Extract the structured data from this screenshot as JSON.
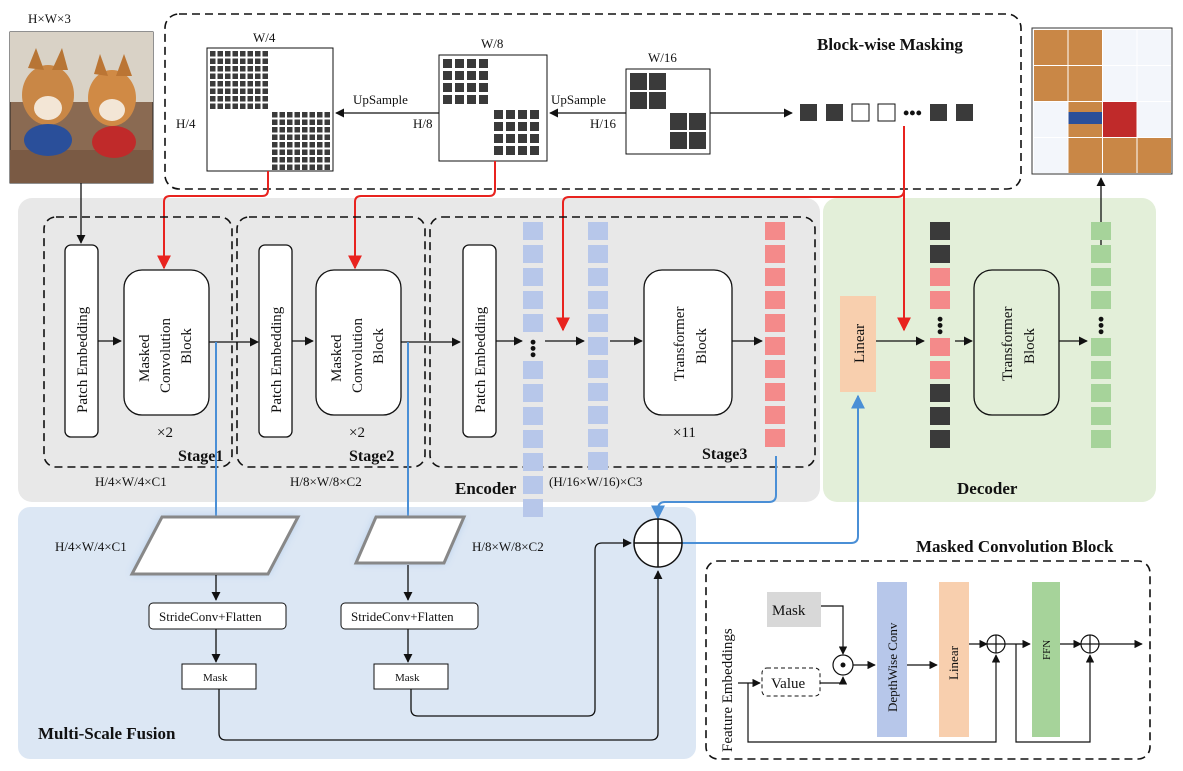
{
  "top": {
    "input_label": "H×W×3",
    "block_masking_title": "Block-wise Masking",
    "w4": "W/4",
    "h4": "H/4",
    "w8": "W/8",
    "h8": "H/8",
    "w16": "W/16",
    "h16": "H/16",
    "upsample1": "UpSample",
    "upsample2": "UpSample"
  },
  "encoder": {
    "title": "Encoder",
    "patch_embedding": "Patch Embedding",
    "masked_conv_l1": "Masked",
    "masked_conv_l2": "Convolution",
    "masked_conv_l3": "Block",
    "transformer_l1": "Transformer",
    "transformer_l2": "Block",
    "stage1": "Stage1",
    "stage2": "Stage2",
    "stage3": "Stage3",
    "rep1": "×2",
    "rep2": "×2",
    "rep3": "×11",
    "dim1": "H/4×W/4×C1",
    "dim2": "H/8×W/8×C2",
    "dim3": "(H/16×W/16)×C3"
  },
  "decoder": {
    "title": "Decoder",
    "linear": "Linear",
    "transformer_l1": "Transformer",
    "transformer_l2": "Block"
  },
  "fusion": {
    "title": "Multi-Scale Fusion",
    "dim1": "H/4×W/4×C1",
    "dim2": "H/8×W/8×C2",
    "strideconv": "StrideConv+Flatten",
    "mask": "Mask"
  },
  "mcb": {
    "title": "Masked Convolution Block",
    "feature_embeddings": "Feature Embeddings",
    "mask": "Mask",
    "value": "Value",
    "depthwise": "DepthWise Conv",
    "linear": "Linear",
    "ffn": "FFN"
  },
  "colors": {
    "mask_arrow": "#e8231f",
    "fusion_arrow": "#4a8fd6",
    "encoder_bg": "#e8e8e8",
    "decoder_bg": "#e3efd9",
    "fusion_bg": "#dce7f4",
    "token_blue": "#b7c7ea",
    "token_red": "#f48a8a",
    "token_green": "#a6d39a",
    "token_dark": "#3a3a3a",
    "linear_fill": "#f8cfae"
  }
}
